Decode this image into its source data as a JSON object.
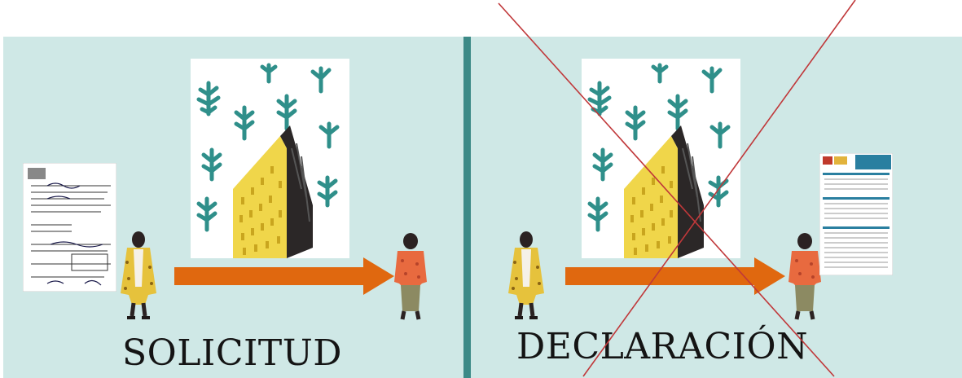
{
  "colors": {
    "panel_bg": "#cfe8e6",
    "divider": "#3c8a87",
    "arrow": "#e0680f",
    "cross": "#c0383a"
  },
  "left_panel": {
    "caption": "SOLICITUD",
    "document_icon": "handwritten-application-form-icon",
    "house_icon": "yellow-house-illustration-icon"
  },
  "right_panel": {
    "caption": "DECLARACIÓN",
    "document_icon": "printed-cadastral-declaration-form-icon",
    "house_icon": "yellow-house-illustration-icon",
    "crossed_out": true
  },
  "document": {
    "header_title": "DECLARACIÓN CATASTRAL",
    "header_subtitle": "MODELO 900D"
  }
}
